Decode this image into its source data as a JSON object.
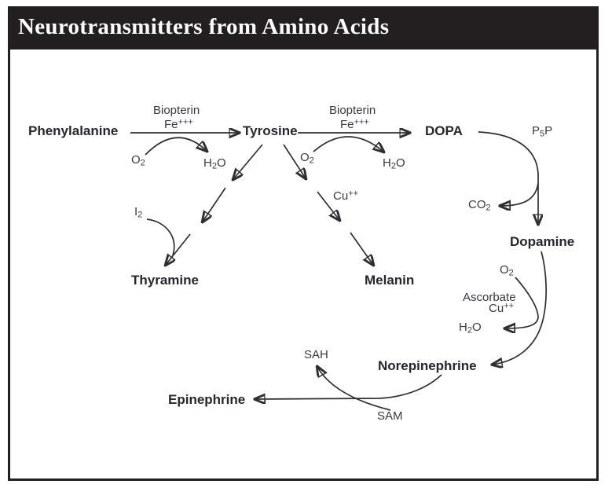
{
  "title": "Neurotransmitters from Amino Acids",
  "nodes": {
    "phenylalanine": "Phenylalanine",
    "tyrosine": "Tyrosine",
    "dopa": "DOPA",
    "dopamine": "Dopamine",
    "norepinephrine": "Norepinephrine",
    "epinephrine": "Epinephrine",
    "thyramine": "Thyramine",
    "melanin": "Melanin"
  },
  "labels": {
    "biopterin": "Biopterin",
    "ascorbate": "Ascorbate",
    "sam": "SAM",
    "sah": "SAH",
    "fe": {
      "base": "Fe",
      "sup": "+++"
    },
    "o2": {
      "base": "O",
      "sub": "2"
    },
    "h2o": {
      "pre": "H",
      "sub": "2",
      "post": "O"
    },
    "p5p": {
      "pre": "P",
      "sub": "5",
      "post": "P"
    },
    "co2": {
      "base": "CO",
      "sub": "2"
    },
    "cu": {
      "base": "Cu",
      "sup": "++"
    },
    "i2": {
      "base": "I",
      "sub": "2"
    }
  },
  "colors": {
    "ink": "#2e2f34",
    "title_background": "#231f20",
    "title_text": "#ffffff",
    "background": "#ffffff"
  }
}
